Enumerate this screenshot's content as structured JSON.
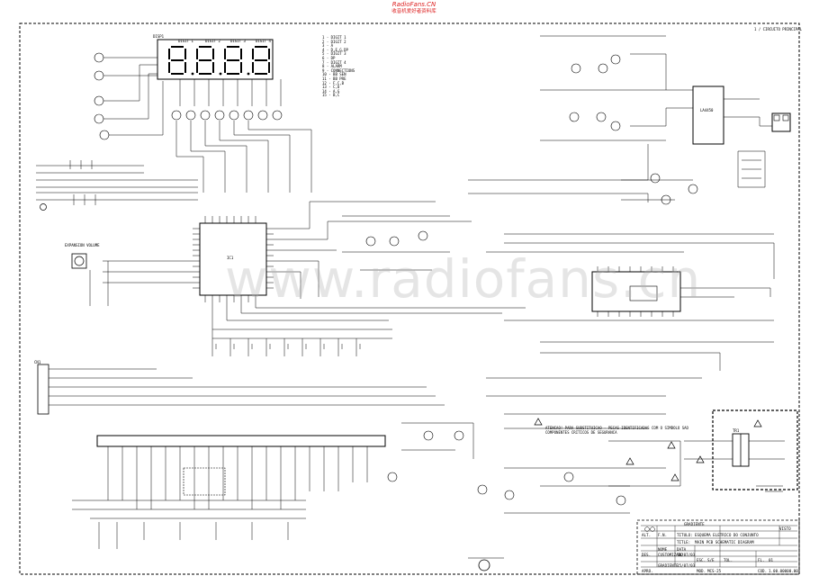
{
  "watermark": {
    "site": "RadioFans.CN",
    "site_sub": "收音机爱好者资料库",
    "overlay": "www.radiofans.cn"
  },
  "display": {
    "label": "DISP1",
    "digits": [
      "DIGIT 1",
      "DIGIT 2",
      "DIGIT 3",
      "DIGIT 4"
    ],
    "legend": [
      "1 - DIGIT 1",
      "2 - DIGIT 2",
      "3 - A",
      "4 - D,E,G,DP",
      "5 - DIGIT 3",
      "6 - DP",
      "7 - DIGIT 4",
      "8 - ALARM",
      "9 - CONNECTIONS",
      "10 - BB SEN",
      "11 - BB PRE",
      "12 - F,C,B",
      "13 - C,D",
      "14 - A,G",
      "15 - B,C"
    ]
  },
  "blocks": {
    "mcu": "IC1",
    "volume": "EXPANSION VOLUME",
    "amp": "LA4450",
    "connector_left": "CN1",
    "transformer": "TR1"
  },
  "notes": {
    "warning": "ATENCAO! PARA SUBSTITUICAO - PECAS IDENTIFICADAS COM O SIMBOLO SAO COMPONENTES CRITICOS DE SEGURANCA",
    "top_right": "1 / CIRCUITO PRINCIPAL"
  },
  "title_block": {
    "company": "GRADIENTE",
    "row_labels": [
      "ALT.",
      "F.N.",
      "TITULO:",
      "TITLE:",
      "DES.",
      "NOME",
      "DATA",
      "VISTO",
      "ESC.",
      "TOL.",
      "FL.",
      "APRO.",
      "MOD.",
      "COD."
    ],
    "titulo": "ESQUEMA ELETRICO DO CONJUNTO",
    "title": "MAIN PCB SCHEMATIC DIAGRAM",
    "escala": "S/E",
    "folha": "01",
    "modelo": "MCS-25",
    "codigo": "1.00.00000.00",
    "names": [
      "CUSTOMIZADO",
      "GRADIENTE"
    ],
    "dates": [
      "10/07/03",
      "15/07/03"
    ]
  }
}
